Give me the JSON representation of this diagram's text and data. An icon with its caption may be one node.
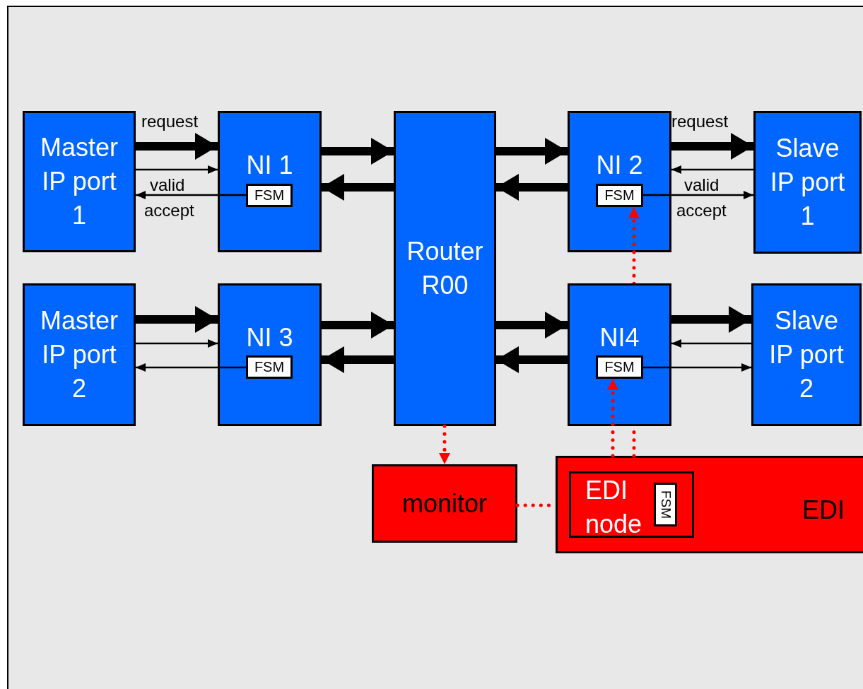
{
  "diagram": {
    "nodes": [
      {
        "text": [
          "Master IP port 1"
        ]
      },
      {
        "text": [
          "NI 1"
        ]
      },
      {
        "text": [
          "FSM"
        ],
        "in": 1
      },
      {
        "text": [
          "Router R00"
        ]
      },
      {
        "text": [
          "NI 2"
        ]
      },
      {
        "text": [
          "FSM"
        ],
        "in": 4
      },
      {
        "text": [
          "Slave IP port 1"
        ]
      },
      {
        "text": [
          "Master IP port 2"
        ]
      },
      {
        "text": [
          "NI 3"
        ]
      },
      {
        "text": [
          "FSM"
        ],
        "in": 8
      },
      {
        "text": [
          "NI4"
        ]
      },
      {
        "text": [
          "FSM"
        ],
        "in": 10
      },
      {
        "text": [
          "Slave IP port 2"
        ]
      },
      {
        "text": [
          "monitor"
        ]
      },
      {
        "text": [
          "EDI"
        ]
      },
      {
        "text": [
          "EDI node"
        ],
        "in": 14
      },
      {
        "text": [
          "FSM"
        ],
        "in": 15
      }
    ],
    "edges": [
      {
        "from": 0,
        "to": 1,
        "arrow": "to",
        "style": "thick",
        "label": "request"
      },
      {
        "from": 0,
        "to": 1,
        "arrow": "to"
      },
      {
        "from": 2,
        "to": 0,
        "arrow": "to"
      },
      {
        "from": 1,
        "to": 3,
        "arrow": "to",
        "style": "thick"
      },
      {
        "from": 3,
        "to": 1,
        "arrow": "to",
        "style": "thick"
      },
      {
        "from": 3,
        "to": 4,
        "arrow": "to",
        "style": "thick"
      },
      {
        "from": 4,
        "to": 3,
        "arrow": "to",
        "style": "thick"
      },
      {
        "from": 4,
        "to": 6,
        "arrow": "to",
        "style": "thick",
        "label": "request"
      },
      {
        "from": 6,
        "to": 4,
        "arrow": "to"
      },
      {
        "from": 5,
        "to": 6,
        "arrow": "to"
      },
      {
        "from": 7,
        "to": 8,
        "arrow": "to",
        "style": "thick"
      },
      {
        "from": 7,
        "to": 8,
        "arrow": "to"
      },
      {
        "from": 9,
        "to": 7,
        "arrow": "to"
      },
      {
        "from": 8,
        "to": 3,
        "arrow": "to",
        "style": "thick"
      },
      {
        "from": 3,
        "to": 8,
        "arrow": "to",
        "style": "thick"
      },
      {
        "from": 3,
        "to": 10,
        "arrow": "to",
        "style": "thick"
      },
      {
        "from": 10,
        "to": 3,
        "arrow": "to",
        "style": "thick"
      },
      {
        "from": 10,
        "to": 12,
        "arrow": "to",
        "style": "thick"
      },
      {
        "from": 12,
        "to": 10,
        "arrow": "to"
      },
      {
        "from": 11,
        "to": 12,
        "arrow": "to"
      },
      {
        "from": 3,
        "to": 13,
        "arrow": "to",
        "style": "dashed",
        "color": "#ff0000"
      },
      {
        "from": 13,
        "to": 14,
        "arrow": "none",
        "style": "dashed",
        "color": "#ff0000"
      },
      {
        "from": 14,
        "to": 11,
        "arrow": "to",
        "style": "dashed",
        "color": "#ff0000"
      },
      {
        "from": 14,
        "to": 5,
        "arrow": "to",
        "style": "dashed",
        "color": "#ff0000"
      }
    ],
    "labels": [
      "valid",
      "valid",
      "accept",
      "accept"
    ]
  }
}
